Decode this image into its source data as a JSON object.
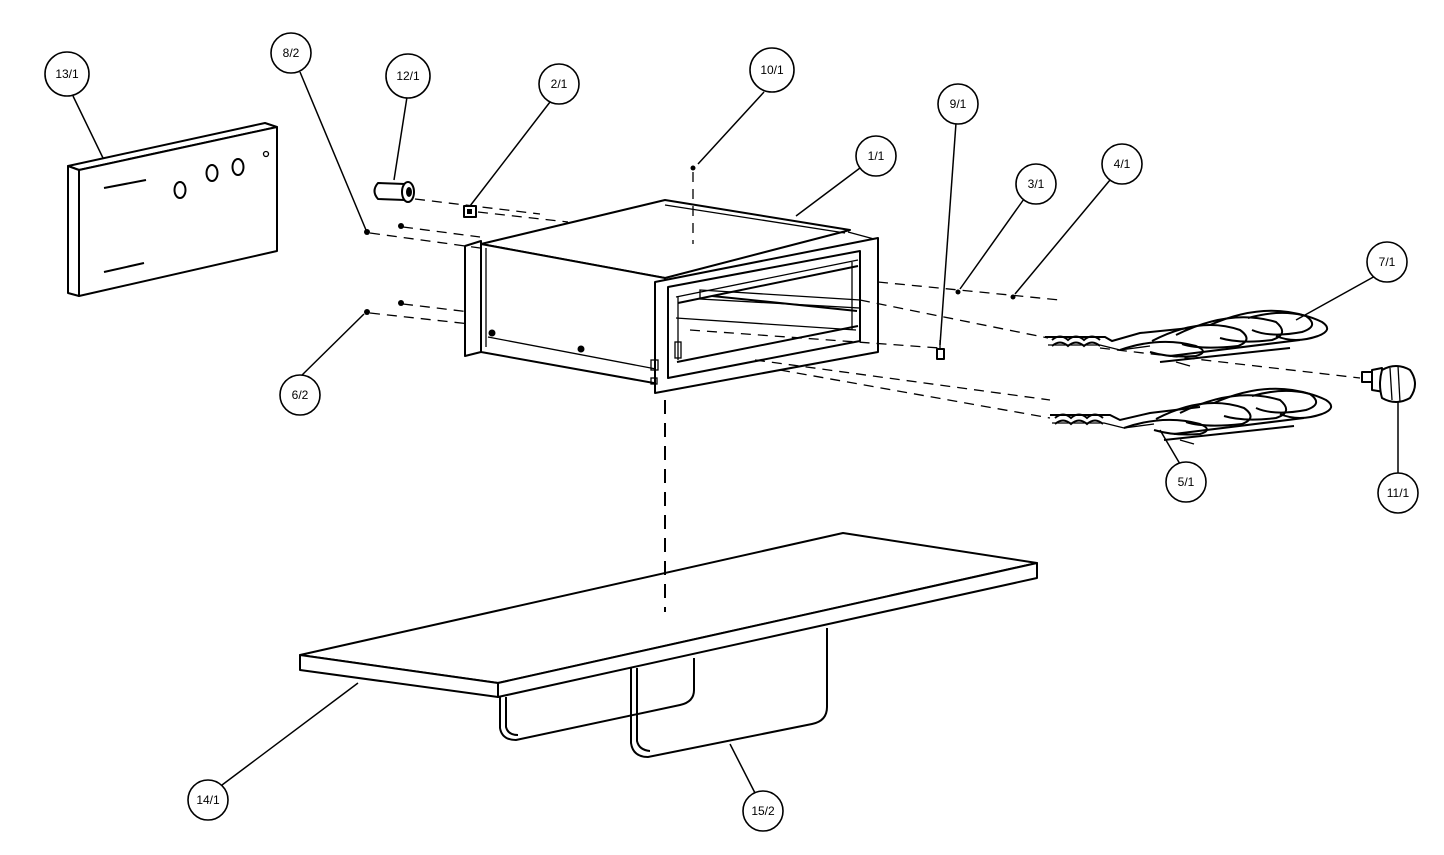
{
  "callouts": [
    {
      "id": "13-1",
      "label": "13/1"
    },
    {
      "id": "8-2",
      "label": "8/2"
    },
    {
      "id": "12-1",
      "label": "12/1"
    },
    {
      "id": "2-1",
      "label": "2/1"
    },
    {
      "id": "10-1",
      "label": "10/1"
    },
    {
      "id": "1-1",
      "label": "1/1"
    },
    {
      "id": "9-1",
      "label": "9/1"
    },
    {
      "id": "3-1",
      "label": "3/1"
    },
    {
      "id": "4-1",
      "label": "4/1"
    },
    {
      "id": "7-1",
      "label": "7/1"
    },
    {
      "id": "6-2",
      "label": "6/2"
    },
    {
      "id": "5-1",
      "label": "5/1"
    },
    {
      "id": "11-1",
      "label": "11/1"
    },
    {
      "id": "14-1",
      "label": "14/1"
    },
    {
      "id": "15-2",
      "label": "15/2"
    }
  ]
}
